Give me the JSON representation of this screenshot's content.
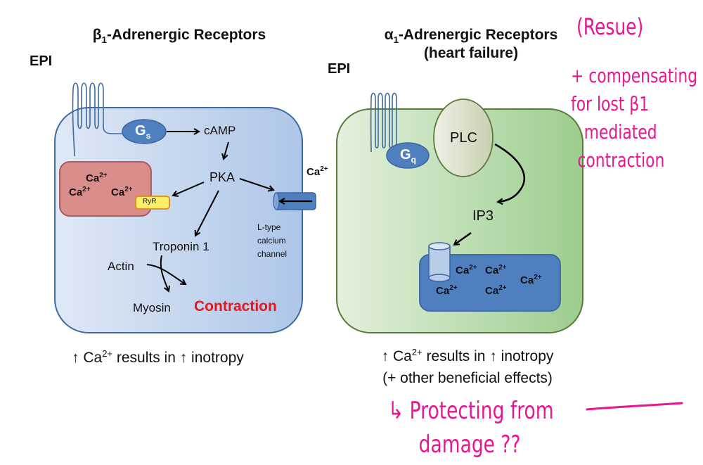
{
  "left_panel": {
    "title_prefix": "β",
    "title_sub": "1",
    "title_rest": "-Adrenergic Receptors",
    "ligand": "EPI",
    "g_protein_main": "G",
    "g_protein_sub": "s",
    "nodes": {
      "camp": "cAMP",
      "pka": "PKA",
      "troponin": "Troponin 1",
      "actin": "Actin",
      "myosin": "Myosin",
      "contraction": "Contraction",
      "ryr": "RyR",
      "channel_line1": "L-type",
      "channel_line2": "calcium",
      "channel_line3": "channel",
      "ca_outside": "Ca",
      "ca_sup": "2+"
    },
    "sr_calcium": [
      "Ca",
      "Ca",
      "Ca"
    ],
    "caption_pre": "↑ Ca",
    "caption_sup": "2+",
    "caption_post": " results in ↑ inotropy",
    "contraction_color": "#e8151b"
  },
  "right_panel": {
    "title_prefix": "α",
    "title_sub": "1",
    "title_rest": "-Adrenergic Receptors",
    "title_line2": "(heart failure)",
    "ligand": "EPI",
    "g_protein_main": "G",
    "g_protein_sub": "q",
    "nodes": {
      "plc": "PLC",
      "ip3": "IP3"
    },
    "store_calcium": [
      "Ca",
      "Ca",
      "Ca",
      "Ca",
      "Ca"
    ],
    "ca_sup": "2+",
    "caption_pre": "↑ Ca",
    "caption_sup": "2+",
    "caption_post": " results in ↑ inotropy",
    "caption_line2": "(+ other beneficial effects)"
  },
  "annotations": {
    "note1_line1": "(Resue)",
    "note1_line2": "+ compensating",
    "note1_line3": "for lost β1",
    "note1_line4": "mediated",
    "note1_line5": "contraction",
    "note2_line1": "↳ Protecting from",
    "note2_line2": "damage ??",
    "ink_color": "#e8168f"
  }
}
